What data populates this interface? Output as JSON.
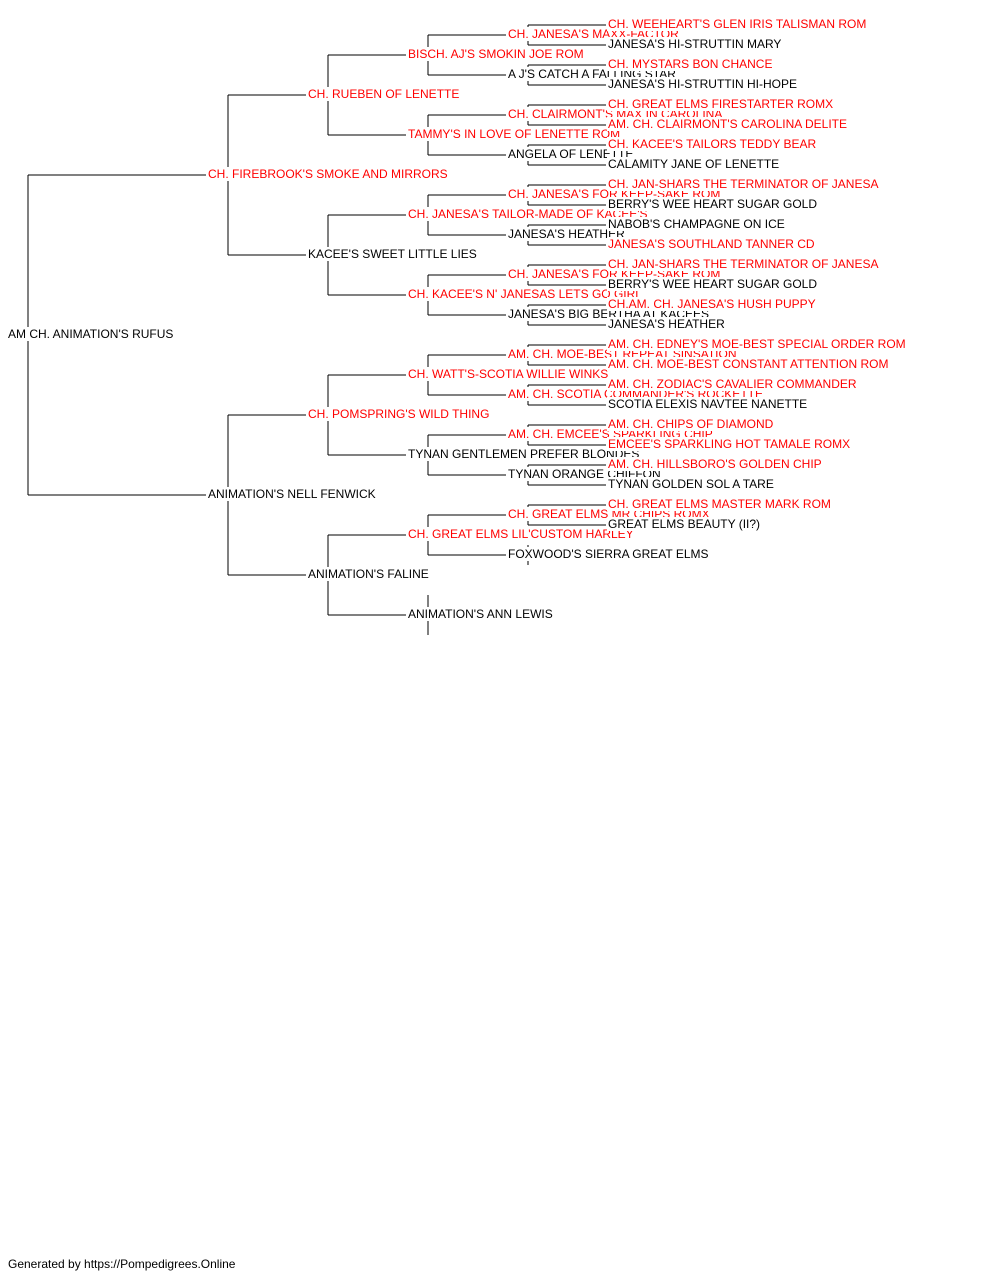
{
  "colors": {
    "champion": "#ff0000",
    "normal": "#000000",
    "line": "#000000"
  },
  "pedigree": {
    "name": "AM CH. ANIMATION'S RUFUS",
    "ch": false,
    "sire": {
      "name": "CH. FIREBROOK'S SMOKE AND MIRRORS",
      "ch": true,
      "sire": {
        "name": "CH. RUEBEN OF LENETTE",
        "ch": true,
        "sire": {
          "name": "BISCH. AJ'S SMOKIN JOE ROM",
          "ch": true,
          "sire": {
            "name": "CH. JANESA'S MAXX-FACTOR",
            "ch": true,
            "sire": {
              "name": "CH. WEEHEART'S GLEN IRIS TALISMAN ROM",
              "ch": true
            },
            "dam": {
              "name": "JANESA'S HI-STRUTTIN MARY",
              "ch": false
            }
          },
          "dam": {
            "name": "A J'S CATCH A FALLING STAR",
            "ch": false,
            "sire": {
              "name": "CH. MYSTARS BON CHANCE",
              "ch": true
            },
            "dam": {
              "name": "JANESA'S HI-STRUTTIN HI-HOPE",
              "ch": false
            }
          }
        },
        "dam": {
          "name": "TAMMY'S IN LOVE OF LENETTE ROM",
          "ch": true,
          "sire": {
            "name": "CH. CLAIRMONT'S MAX IN CAROLINA",
            "ch": true,
            "sire": {
              "name": "CH. GREAT ELMS FIRESTARTER ROMX",
              "ch": true
            },
            "dam": {
              "name": "AM. CH. CLAIRMONT'S CAROLINA DELITE",
              "ch": true
            }
          },
          "dam": {
            "name": "ANGELA OF LENETTE",
            "ch": false,
            "sire": {
              "name": "CH. KACEE'S TAILORS TEDDY BEAR",
              "ch": true
            },
            "dam": {
              "name": "CALAMITY JANE OF LENETTE",
              "ch": false
            }
          }
        }
      },
      "dam": {
        "name": "KACEE'S SWEET LITTLE LIES",
        "ch": false,
        "sire": {
          "name": "CH. JANESA'S TAILOR-MADE OF KACEE'S",
          "ch": true,
          "sire": {
            "name": "CH. JANESA'S FOR KEEP-SAKE ROM",
            "ch": true,
            "sire": {
              "name": "CH. JAN-SHARS THE TERMINATOR OF JANESA",
              "ch": true
            },
            "dam": {
              "name": "BERRY'S WEE HEART SUGAR GOLD",
              "ch": false
            }
          },
          "dam": {
            "name": "JANESA'S HEATHER",
            "ch": false,
            "sire": {
              "name": "NABOB'S CHAMPAGNE ON ICE",
              "ch": false
            },
            "dam": {
              "name": "JANESA'S SOUTHLAND TANNER CD",
              "ch": true
            }
          }
        },
        "dam": {
          "name": "CH. KACEE'S N' JANESAS LETS GO GIRL",
          "ch": true,
          "sire": {
            "name": "CH. JANESA'S FOR KEEP-SAKE ROM",
            "ch": true,
            "sire": {
              "name": "CH. JAN-SHARS THE TERMINATOR OF JANESA",
              "ch": true
            },
            "dam": {
              "name": "BERRY'S WEE HEART SUGAR GOLD",
              "ch": false
            }
          },
          "dam": {
            "name": "JANESA'S BIG BERTHA AT KACEES",
            "ch": false,
            "sire": {
              "name": "CH.AM. CH. JANESA'S HUSH PUPPY",
              "ch": true
            },
            "dam": {
              "name": "JANESA'S HEATHER",
              "ch": false
            }
          }
        }
      }
    },
    "dam": {
      "name": "ANIMATION'S NELL FENWICK",
      "ch": false,
      "sire": {
        "name": "CH. POMSPRING'S WILD THING",
        "ch": true,
        "sire": {
          "name": "CH. WATT'S-SCOTIA WILLIE WINKS",
          "ch": true,
          "sire": {
            "name": "AM. CH. MOE-BEST REPEAT SINSATION",
            "ch": true,
            "sire": {
              "name": "AM. CH. EDNEY'S MOE-BEST SPECIAL ORDER ROM",
              "ch": true
            },
            "dam": {
              "name": "AM. CH. MOE-BEST CONSTANT ATTENTION ROM",
              "ch": true
            }
          },
          "dam": {
            "name": "AM. CH. SCOTIA COMMANDER'S ROCKETTE",
            "ch": true,
            "sire": {
              "name": "AM. CH. ZODIAC'S CAVALIER COMMANDER",
              "ch": true
            },
            "dam": {
              "name": "SCOTIA ELEXIS NAVTEE NANETTE",
              "ch": false
            }
          }
        },
        "dam": {
          "name": "TYNAN GENTLEMEN PREFER BLONDES",
          "ch": false,
          "sire": {
            "name": "AM. CH. EMCEE'S SPARKLING CHIP",
            "ch": true,
            "sire": {
              "name": "AM. CH. CHIPS OF DIAMOND",
              "ch": true
            },
            "dam": {
              "name": "EMCEE'S SPARKLING HOT TAMALE ROMX",
              "ch": true
            }
          },
          "dam": {
            "name": "TYNAN ORANGE CHIFFON",
            "ch": false,
            "sire": {
              "name": "AM. CH. HILLSBORO'S GOLDEN CHIP",
              "ch": true
            },
            "dam": {
              "name": "TYNAN GOLDEN SOL A TARE",
              "ch": false
            }
          }
        }
      },
      "dam": {
        "name": "ANIMATION'S FALINE",
        "ch": false,
        "sire": {
          "name": "CH. GREAT ELMS LIL'CUSTOM HARLEY",
          "ch": true,
          "sire": {
            "name": "CH. GREAT ELMS MR CHIPS ROMX",
            "ch": true,
            "sire": {
              "name": "CH. GREAT ELMS MASTER MARK ROM",
              "ch": true
            },
            "dam": {
              "name": "GREAT ELMS BEAUTY (II?)",
              "ch": false
            }
          },
          "dam": {
            "name": "FOXWOOD'S SIERRA GREAT ELMS",
            "ch": false
          }
        },
        "dam": {
          "name": "ANIMATION'S ANN LEWIS",
          "ch": false
        }
      }
    }
  },
  "footer": "Generated by https://Pompedigrees.Online"
}
